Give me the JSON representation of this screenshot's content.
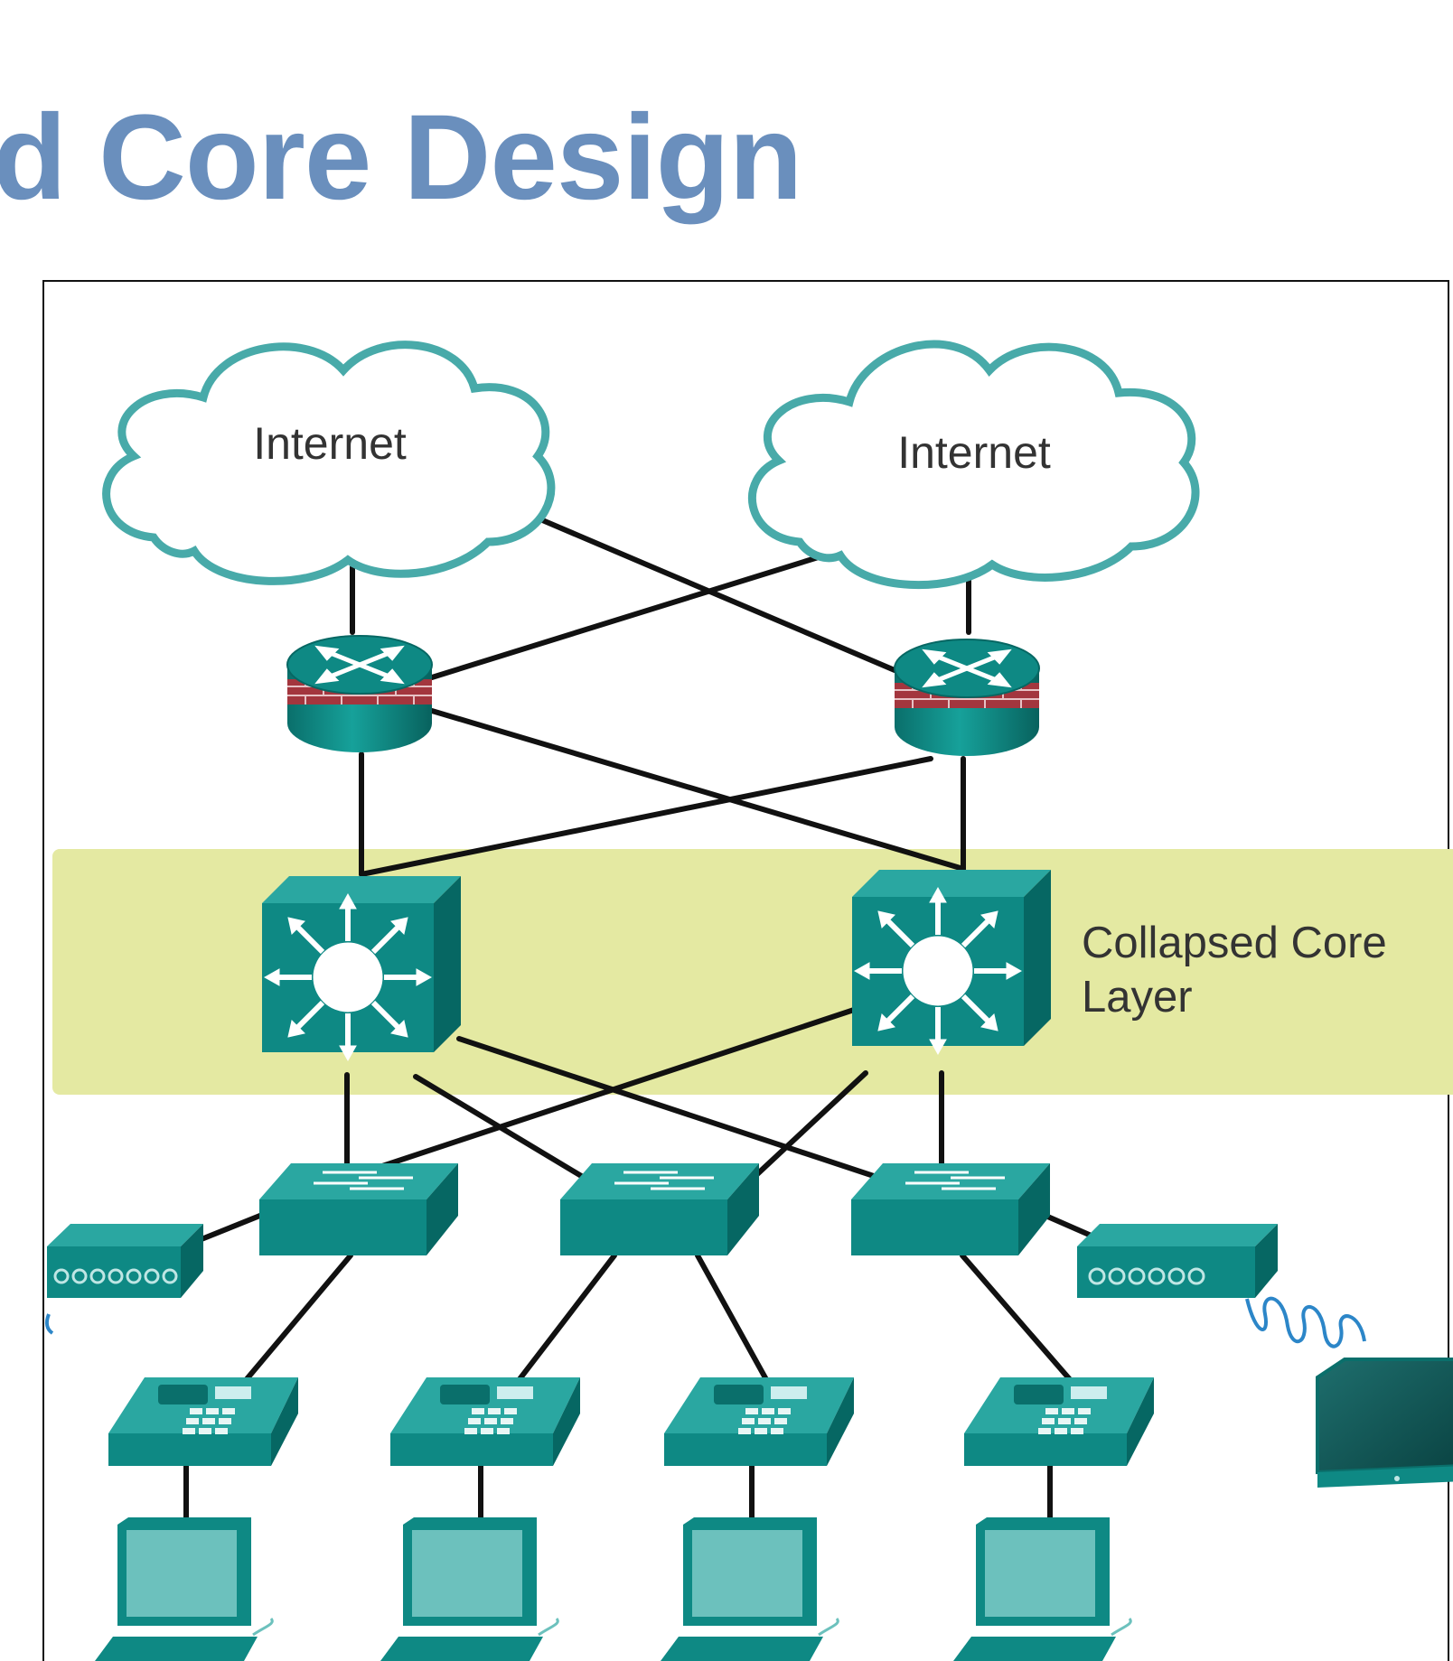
{
  "slide": {
    "title": "d Core Design"
  },
  "diagram": {
    "clouds": [
      {
        "label": "Internet"
      },
      {
        "label": "Internet"
      }
    ],
    "core_layer": {
      "label_line1": "Collapsed Core",
      "label_line2": "Layer"
    }
  },
  "colors": {
    "title": "#6a8fbd",
    "teal": "#0e8984",
    "teal_dark": "#066763",
    "teal_light": "#2aa7a1",
    "cloud_stroke": "#48aaa9",
    "core_band": "#e4e9a2",
    "firewall_red": "#a3363e",
    "link": "#111111"
  }
}
